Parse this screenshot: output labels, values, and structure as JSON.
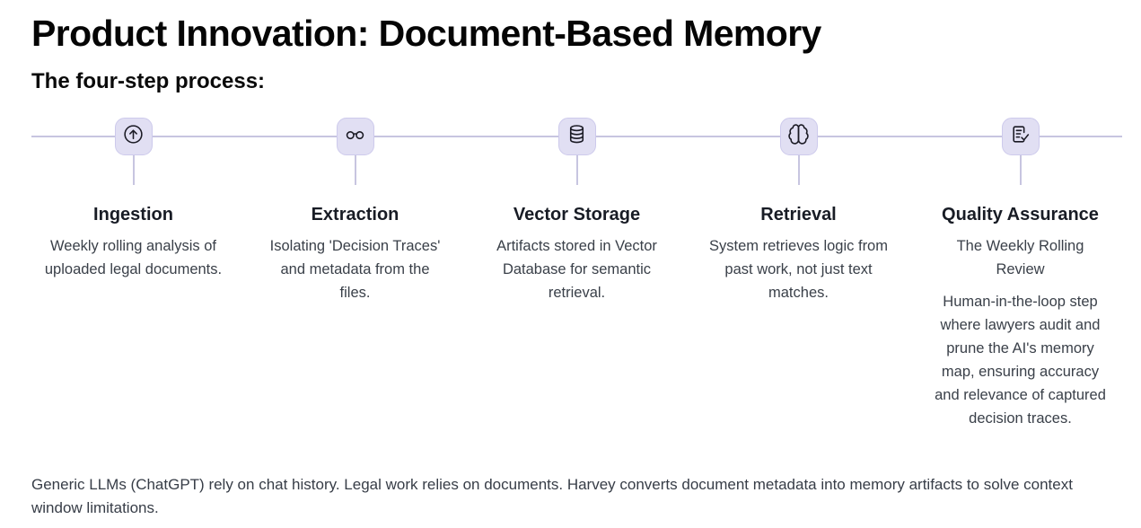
{
  "page": {
    "title": "Product Innovation: Document-Based Memory",
    "subtitle": "The four-step process:",
    "footer": "Generic LLMs (ChatGPT) rely on chat history. Legal work relies on documents. Harvey converts document metadata into memory artifacts to solve context window limitations."
  },
  "colors": {
    "icon_box_bg": "#e1dff3",
    "icon_box_border": "#cdcaec",
    "timeline_line": "#c7c5e0",
    "heading_text": "#050505",
    "body_text": "#3a4049"
  },
  "steps": [
    {
      "icon": "upload-arrow-circle-icon",
      "title": "Ingestion",
      "description": "Weekly rolling analysis of uploaded legal documents."
    },
    {
      "icon": "glasses-icon",
      "title": "Extraction",
      "description": "Isolating 'Decision Traces' and metadata from the files."
    },
    {
      "icon": "database-icon",
      "title": "Vector Storage",
      "description": "Artifacts stored in Vector Database for semantic retrieval."
    },
    {
      "icon": "brain-icon",
      "title": "Retrieval",
      "description": "System retrieves logic from past work, not just text matches."
    },
    {
      "icon": "memo-check-icon",
      "title": "Quality Assurance",
      "description": "The Weekly Rolling Review",
      "description2": "Human-in-the-loop step where lawyers audit and prune the AI's memory map, ensuring accuracy and relevance of captured decision traces."
    }
  ]
}
